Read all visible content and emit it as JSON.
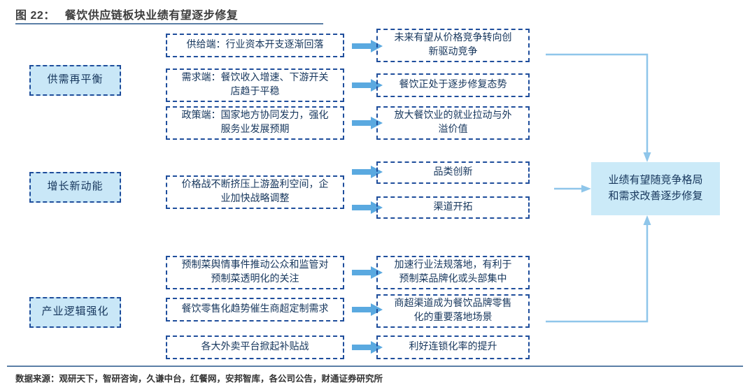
{
  "title": {
    "label": "图 22：",
    "text": "餐饮供应链板块业绩有望逐步修复"
  },
  "footer": {
    "text": "数据来源：观研天下，智研咨询，久谦中台，红餐网，安邦智库，各公司公告，财通证券研究所"
  },
  "colors": {
    "node_border": "#1f4e9c",
    "node_fill": "#c9e7f7",
    "arrow": "#5aa9e0",
    "rule": "#5b7fa6",
    "text": "#16365c",
    "title_text": "#3e3e3e"
  },
  "pillars": [
    {
      "id": "pillar-supply-demand-rebalance",
      "label": "供需再平衡"
    },
    {
      "id": "pillar-new-growth-drivers",
      "label": "增长新动能"
    },
    {
      "id": "pillar-industry-logic",
      "label": "产业逻辑强化"
    }
  ],
  "groups": [
    {
      "id": "group-supply-demand-rebalance",
      "rows": [
        {
          "cause": [
            "供给端：行业资本开支逐渐回落"
          ],
          "effect": [
            "未来有望从价格竞争转向创",
            "新驱动竞争"
          ]
        },
        {
          "cause": [
            "需求端：餐饮收入增速、下游开关",
            "店趋于平稳"
          ],
          "effect": [
            "餐饮正处于逐步修复态势"
          ]
        },
        {
          "cause": [
            "政策端：国家地方协同发力，强化",
            "服务业发展预期"
          ],
          "effect": [
            "放大餐饮业的就业拉动与外",
            "溢价值"
          ]
        }
      ]
    },
    {
      "id": "group-new-growth-drivers",
      "rows": [
        {
          "cause": [
            "价格战不断挤压上游盈利空间，企",
            "业加快战略调整"
          ],
          "effect": [
            "品类创新"
          ]
        },
        {
          "cause": [],
          "effect": [
            "渠道开拓"
          ]
        }
      ]
    },
    {
      "id": "group-industry-logic",
      "rows": [
        {
          "cause": [
            "预制菜舆情事件推动公众和监管对",
            "预制菜透明化的关注"
          ],
          "effect": [
            "加速行业法规落地，有利于",
            "预制菜品牌化或头部集中"
          ]
        },
        {
          "cause": [
            "餐饮零售化趋势催生商超定制需求"
          ],
          "effect": [
            "商超渠道成为餐饮品牌零售",
            "化的重要落地场景"
          ]
        },
        {
          "cause": [
            "各大外卖平台掀起补贴战"
          ],
          "effect": [
            "利好连锁化率的提升"
          ]
        }
      ]
    }
  ],
  "conclusion": {
    "id": "conclusion-box",
    "lines": [
      "业绩有望随竞争格局",
      "和需求改善逐步修复"
    ]
  }
}
